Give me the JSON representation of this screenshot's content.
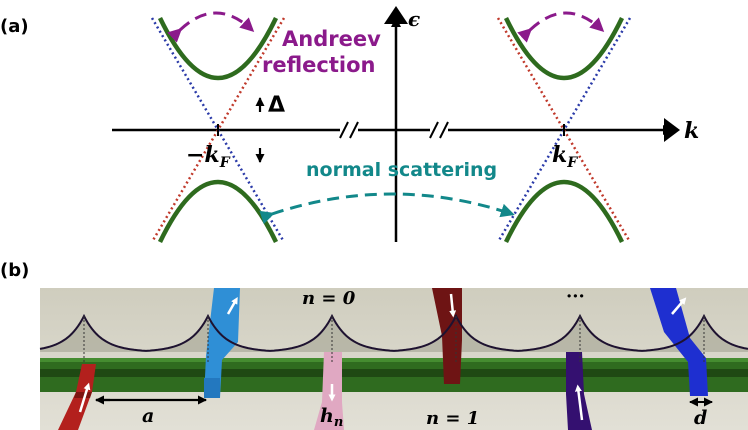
{
  "panel_a": {
    "label": "(a)",
    "andreev_line1": "Andreev",
    "andreev_line2": "reflection",
    "gap_symbol": "Δ",
    "energy_axis_label": "ϵ",
    "momentum_axis_label": "k",
    "left_point_label": "−k",
    "left_point_sub": "F",
    "right_point_label": "k",
    "right_point_sub": "F",
    "normal_scattering_label": "normal scattering",
    "colors": {
      "band": "#2e6b1e",
      "andreev": "#8b1a8b",
      "normal": "#12888a",
      "dotted_blue": "#2a3aa8",
      "dotted_red": "#c0392b",
      "axis": "#000000"
    }
  },
  "panel_b": {
    "label": "(b)",
    "n0_label": "n = 0",
    "n1_label": "n = 1",
    "ellipsis_label": "···",
    "a_label": "a",
    "h_label": "h",
    "h_sub": "n",
    "d_label": "d",
    "colors": {
      "background": "#d7d5c8",
      "wire": "#2f6b1f",
      "peak": "#1e1230",
      "blue": "#2f8fd6",
      "darkred": "#6e1414",
      "pink": "#e0a8c2",
      "purple": "#341070",
      "royal": "#1e2fd0",
      "red": "#b3201d"
    }
  }
}
